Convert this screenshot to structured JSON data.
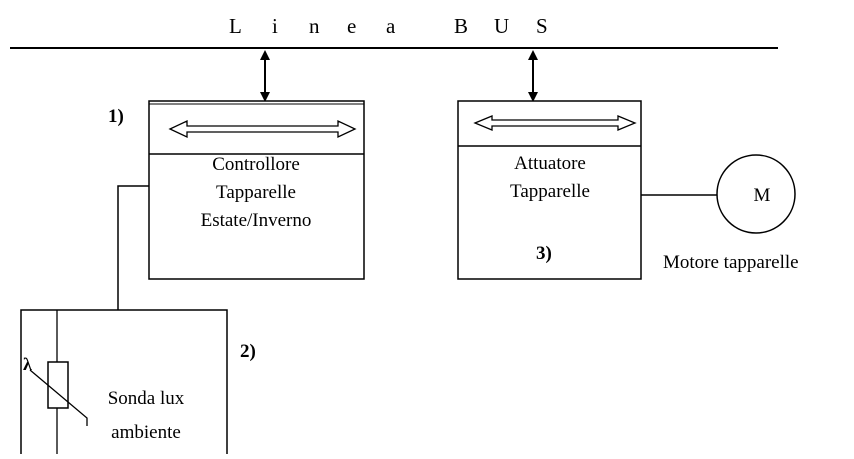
{
  "bus": {
    "letters": [
      "L",
      "i",
      "n",
      "e",
      "a",
      "B",
      "U",
      "S"
    ]
  },
  "controller": {
    "number": "1)",
    "lines": [
      "Controllore",
      "Tapparelle",
      "Estate/Inverno"
    ]
  },
  "sensor": {
    "number": "2)",
    "symbol": "λ",
    "lines": [
      "Sonda lux",
      "ambiente"
    ]
  },
  "actuator": {
    "number": "3)",
    "lines": [
      "Attuatore",
      "Tapparelle"
    ]
  },
  "motor": {
    "symbol": "M",
    "label": "Motore tapparelle"
  }
}
